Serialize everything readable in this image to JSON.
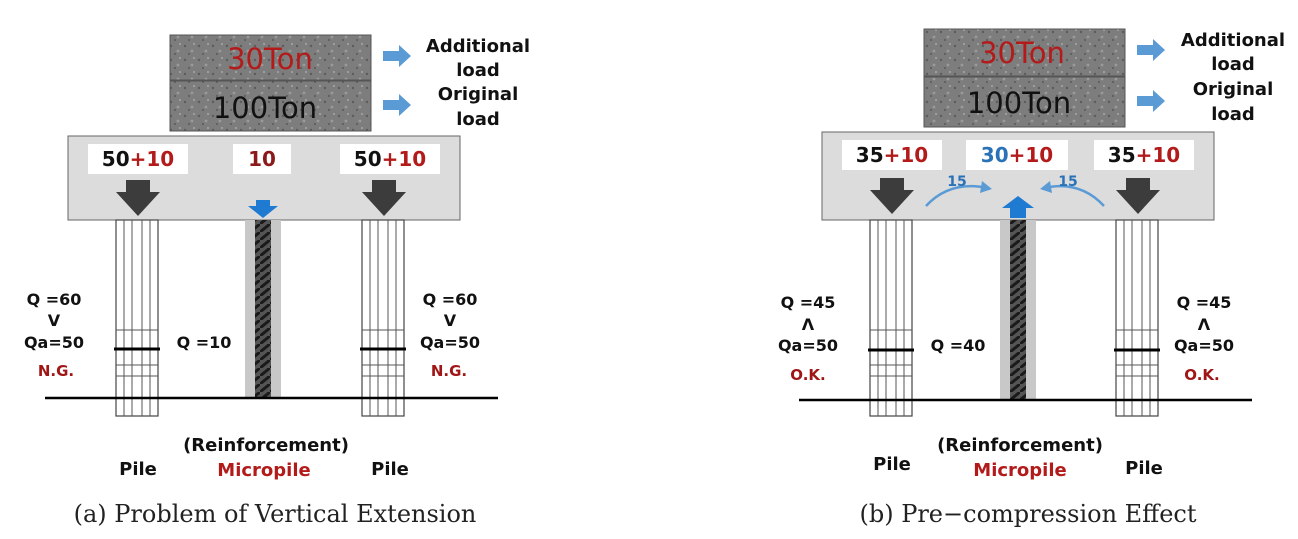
{
  "colors": {
    "red": "#b31b1b",
    "dark_red": "#8b1a1a",
    "blue": "#1f7bd1",
    "cap_fill": "#dcdcdc",
    "stone": "#7c7c7c",
    "arrow_dark": "#3c3c3c",
    "arrow_light_blue": "#5a9bd5"
  },
  "icons": {
    "down_arrow": "down-arrow-icon",
    "up_arrow": "up-arrow-icon",
    "right_arrow": "right-arrow-icon",
    "curved_arrow": "curved-arrow-icon"
  },
  "panel_a": {
    "caption": "(a) Problem of Vertical Extension",
    "blocks": {
      "top": "30Ton",
      "bottom": "100Ton"
    },
    "labels": {
      "additional_1": "Additional",
      "additional_2": "load",
      "original_1": "Original",
      "original_2": "load"
    },
    "cap_values": {
      "left_base": "50",
      "left_add": "+10",
      "center": "10",
      "right_base": "50",
      "right_add": "+10"
    },
    "left_pile": {
      "q": "Q =60",
      "sym": "V",
      "qa": "Qa=50",
      "status": "N.G."
    },
    "micropile": {
      "q": "Q =10"
    },
    "right_pile": {
      "q": "Q =60",
      "sym": "V",
      "qa": "Qa=50",
      "status": "N.G."
    },
    "bottom": {
      "pile_left": "Pile",
      "reinf": "(Reinforcement)",
      "micropile": "Micropile",
      "pile_right": "Pile"
    }
  },
  "panel_b": {
    "caption": "(b) Pre−compression Effect",
    "blocks": {
      "top": "30Ton",
      "bottom": "100Ton"
    },
    "labels": {
      "additional_1": "Additional",
      "additional_2": "load",
      "original_1": "Original",
      "original_2": "load"
    },
    "cap_values": {
      "left_base": "35",
      "left_add": "+10",
      "center_base": "30",
      "center_add": "+10",
      "right_base": "35",
      "right_add": "+10"
    },
    "transfer": {
      "left": "15",
      "right": "15"
    },
    "left_pile": {
      "q": "Q =45",
      "sym": "Λ",
      "qa": "Qa=50",
      "status": "O.K."
    },
    "micropile": {
      "q": "Q =40"
    },
    "right_pile": {
      "q": "Q =45",
      "sym": "Λ",
      "qa": "Qa=50",
      "status": "O.K."
    },
    "bottom": {
      "pile_left": "Pile",
      "reinf": "(Reinforcement)",
      "micropile": "Micropile",
      "pile_right": "Pile"
    }
  }
}
